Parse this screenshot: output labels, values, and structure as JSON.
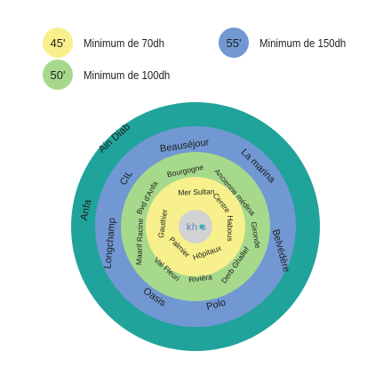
{
  "legend": [
    {
      "time": "45'",
      "label": "Minimum de 70dh",
      "color": "#f7f08c"
    },
    {
      "time": "50'",
      "label": "Minimum de 100dh",
      "color": "#a6d98c"
    },
    {
      "time": "55'",
      "label": "Minimum de 150dh",
      "color": "#7198d3"
    }
  ],
  "rings": {
    "outer_color": "#1fa39a",
    "blue_color": "#7198d3",
    "green_color": "#a6d98c",
    "yellow_color": "#f7f08c",
    "center_color": "#d2d2d2"
  },
  "logo_text": "kh s",
  "zones": {
    "outer": [
      "Ain Diab",
      "Anfa"
    ],
    "blue": [
      "Beauséjour",
      "La marina",
      "Belvédère",
      "Polo",
      "Oasis",
      "Longchamp",
      "CIL"
    ],
    "green": [
      "Bourgogne",
      "Ancienne médina",
      "Gironde",
      "Derb Ghallef",
      "Riviéra",
      "Val Fleuri",
      "Maarif Racine",
      "Bvd d'Anfa"
    ],
    "yellow": [
      "Mer Sultan",
      "Centre",
      "Habous",
      "Hôpitaux",
      "Palmier",
      "Gauthier"
    ]
  }
}
